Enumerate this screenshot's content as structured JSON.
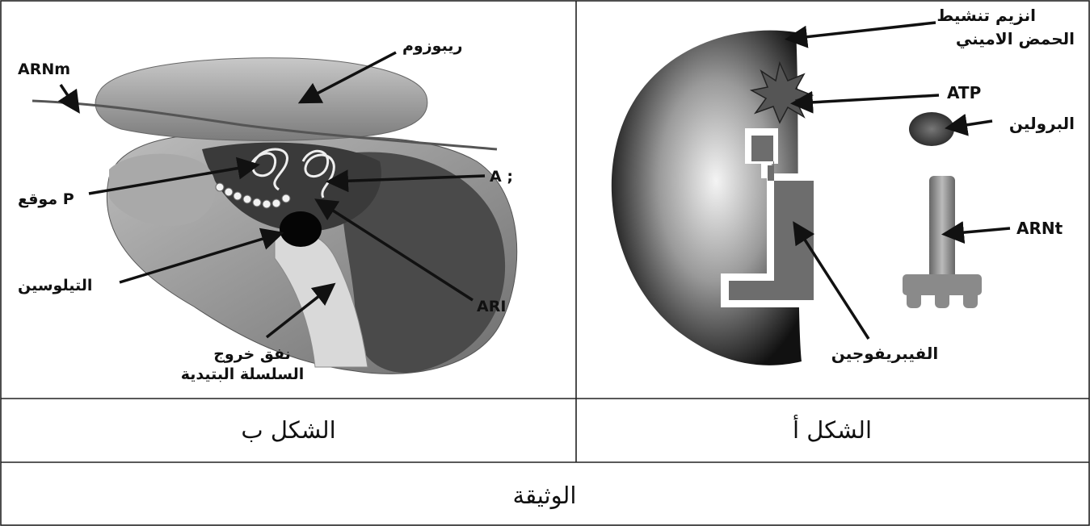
{
  "figure_b": {
    "caption": "الشكل ب",
    "labels": {
      "arnm": "ARNm",
      "ribosome": "ريبوزوم",
      "site_p": "موقع P",
      "site_a": "A ;",
      "methionine": "التيلوسين",
      "arnt": "ARI",
      "tunnel_line1": "نفق خروج",
      "tunnel_line2": "السلسلة البتيدية"
    }
  },
  "figure_a": {
    "caption": "الشكل أ",
    "labels": {
      "enzyme_line1": "انزيم تنشيط",
      "enzyme_line2": "الحمض الاميني",
      "atp": "ATP",
      "proline": "البرولين",
      "arnt": "ARNt",
      "fibrinogen": "الفيبريفوجين"
    }
  },
  "document_caption": "الوثيقة"
}
